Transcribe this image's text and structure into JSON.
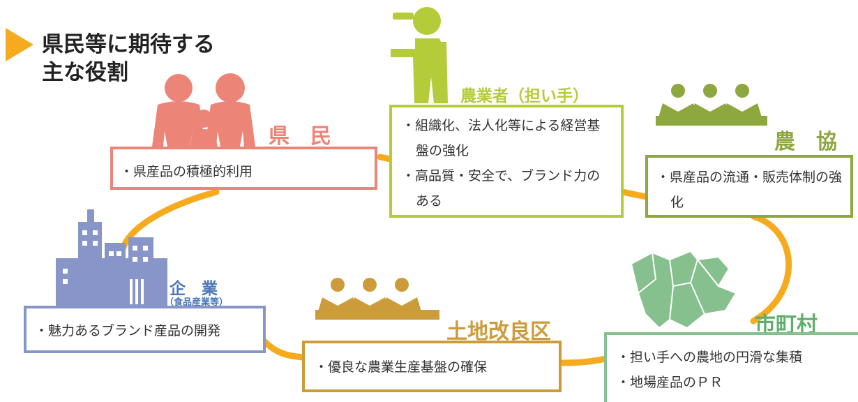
{
  "heading": {
    "line1": "県民等に期待する",
    "line2": "主な役割"
  },
  "colors": {
    "orange": "#f6ab1e",
    "kenmin": "#ec8477",
    "nogyosha": "#b5cc3a",
    "nokyo": "#8da83f",
    "shichoson": "#86c08e",
    "kigyo": "#8895c9",
    "kigyo_text": "#4a77b8",
    "tochi": "#cc9b3a"
  },
  "groups": {
    "kenmin": {
      "title": "県　民",
      "icon": "family-icon",
      "items": [
        "・県産品の積極的利用"
      ]
    },
    "nogyosha": {
      "title": "農業者（担い手）",
      "icon": "farmer-icon",
      "items": [
        "・組織化、法人化等による経営基盤の強化",
        "・高品質・安全で、ブランド力のある"
      ]
    },
    "nokyo": {
      "title": "農　協",
      "icon": "meeting-group-icon",
      "items": [
        "・県産品の流通・販売体制の強化"
      ]
    },
    "kigyo": {
      "title": "企　業",
      "subtitle": "（食品産業等）",
      "icon": "buildings-icon",
      "items": [
        "・魅力あるブランド産品の開発"
      ]
    },
    "tochi": {
      "title": "土地改良区",
      "icon": "meeting-group-icon",
      "items": [
        "・優良な農業生産基盤の確保"
      ]
    },
    "shichoson": {
      "title": "市町村",
      "icon": "prefecture-map-icon",
      "items": [
        "・担い手への農地の円滑な集積",
        "・地場産品のＰＲ"
      ]
    }
  }
}
